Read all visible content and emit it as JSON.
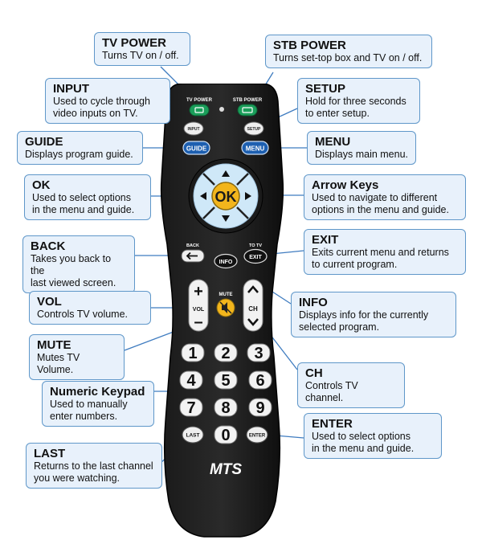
{
  "callouts": {
    "tv_power": {
      "title": "TV POWER",
      "desc": [
        "Turns TV on / off."
      ]
    },
    "stb_power": {
      "title": "STB POWER",
      "desc": [
        "Turns set-top box and TV on / off."
      ]
    },
    "input": {
      "title": "INPUT",
      "desc": [
        "Used to cycle through",
        "video inputs on TV."
      ]
    },
    "setup": {
      "title": "SETUP",
      "desc": [
        "Hold for three seconds",
        "to enter setup."
      ]
    },
    "guide": {
      "title": "GUIDE",
      "desc": [
        "Displays program guide."
      ]
    },
    "menu": {
      "title": "MENU",
      "desc": [
        "Displays main menu."
      ]
    },
    "ok": {
      "title": "OK",
      "desc": [
        "Used to select options",
        "in the menu and guide."
      ]
    },
    "arrow_keys": {
      "title": "Arrow Keys",
      "desc": [
        "Used to navigate to different",
        "options in the menu and guide."
      ]
    },
    "back": {
      "title": "BACK",
      "desc": [
        "Takes you back to the",
        "last viewed screen."
      ]
    },
    "exit": {
      "title": "EXIT",
      "desc": [
        "Exits current menu and returns",
        "to current program."
      ]
    },
    "vol": {
      "title": "VOL",
      "desc": [
        "Controls TV volume."
      ]
    },
    "info": {
      "title": "INFO",
      "desc": [
        "Displays info for the currently",
        "selected program."
      ]
    },
    "mute": {
      "title": "MUTE",
      "desc": [
        "Mutes TV Volume."
      ]
    },
    "ch": {
      "title": "CH",
      "desc": [
        "Controls TV channel."
      ]
    },
    "numeric_keypad": {
      "title": "Numeric Keypad",
      "desc": [
        "Used to manually",
        "enter numbers."
      ]
    },
    "enter": {
      "title": "ENTER",
      "desc": [
        "Used to select options",
        "in the menu and guide."
      ]
    },
    "last": {
      "title": "LAST",
      "desc": [
        "Returns to the last channel",
        "you were watching."
      ]
    }
  },
  "remote": {
    "tv_power_label": "TV POWER",
    "stb_power_label": "STB POWER",
    "input_label": "INPUT",
    "setup_label": "SETUP",
    "guide_label": "GUIDE",
    "menu_label": "MENU",
    "ok_label": "OK",
    "back_label": "BACK",
    "to_tv_label": "TO TV",
    "info_label": "INFO",
    "exit_label": "EXIT",
    "vol_label": "VOL",
    "mute_label": "MUTE",
    "ch_label": "CH",
    "vol_plus": "+",
    "vol_minus": "–",
    "digits": [
      "1",
      "2",
      "3",
      "4",
      "5",
      "6",
      "7",
      "8",
      "9"
    ],
    "zero": "0",
    "last_label": "LAST",
    "enter_label": "ENTER",
    "brand": "MTS"
  },
  "colors": {
    "callout_bg": "#e8f1fb",
    "callout_border": "#5f97c9",
    "ok_yellow": "#f2b51c",
    "guide_blue": "#1d5fb0",
    "power_green": "#1a9e5a"
  }
}
